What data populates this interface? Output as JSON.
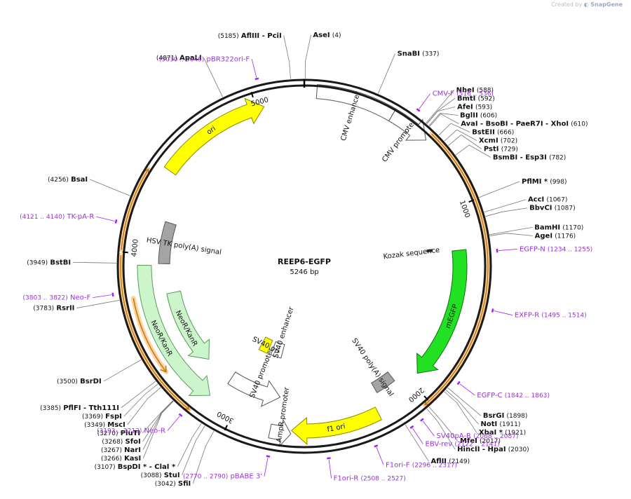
{
  "watermark": {
    "prefix": "Created by",
    "brand": "SnapGene"
  },
  "plasmid": {
    "name": "REEP6-EGFP",
    "length": 5246,
    "length_label": "5246 bp"
  },
  "colors": {
    "primer": "#9b30d8",
    "primer_line": "#a020f0",
    "ori": "#ffff00",
    "mEGFP": "#22e022",
    "neo": "#ccf5cc",
    "promoter": "#ffffff",
    "polyA": "#a4a4a4",
    "orf_highlight": "#ffd39a",
    "orf_line": "#c27b1b"
  },
  "ticks": [
    {
      "bp": 1000,
      "label": "1000"
    },
    {
      "bp": 2000,
      "label": "2000"
    },
    {
      "bp": 3000,
      "label": "3000"
    },
    {
      "bp": 4000,
      "label": "4000"
    },
    {
      "bp": 5000,
      "label": "5000"
    }
  ],
  "features": [
    {
      "name": "CMV enhancer",
      "start": 60,
      "end": 440,
      "kind": "enhancer",
      "direction": 0,
      "r": 250
    },
    {
      "name": "CMV promoter",
      "start": 440,
      "end": 640,
      "kind": "promoter",
      "direction": 1,
      "r": 250
    },
    {
      "name": "Kozak sequence",
      "start": 1208,
      "end": 1214,
      "kind": "misc",
      "direction": 0,
      "r": 180
    },
    {
      "name": "mEGFP",
      "start": 1225,
      "end": 1944,
      "kind": "cds_green",
      "direction": 1,
      "r": 222
    },
    {
      "name": "SV40 poly(A) signal",
      "start": 2065,
      "end": 2187,
      "kind": "polyA",
      "direction": 0,
      "r": 200
    },
    {
      "name": "f1 ori",
      "start": 2233,
      "end": 2688,
      "kind": "ori",
      "direction": 1,
      "r": 235
    },
    {
      "name": "AmpR promoter",
      "start": 2690,
      "end": 2795,
      "kind": "promoter",
      "direction": -1,
      "r": 240
    },
    {
      "name": "SV40 promoter",
      "start": 2775,
      "end": 3105,
      "kind": "promoter",
      "direction": -1,
      "r": 190
    },
    {
      "name": "SV40 enhancer",
      "start": 2830,
      "end": 2925,
      "kind": "enhancer",
      "direction": 0,
      "r": 125
    },
    {
      "name": "SV40 ori",
      "start": 2960,
      "end": 3040,
      "kind": "ori",
      "direction": 0,
      "r": 125
    },
    {
      "name": "NeoR/KanR",
      "start": 3150,
      "end": 3940,
      "kind": "neo",
      "direction": -1,
      "r": 228
    },
    {
      "name": "NeoR/KanR",
      "start": 3290,
      "end": 3770,
      "kind": "neo",
      "direction": -1,
      "r": 190
    },
    {
      "name": "HSV TK poly(A) signal",
      "start": 3950,
      "end": 4195,
      "kind": "polyA",
      "direction": 0,
      "r": 200
    },
    {
      "name": "ori",
      "start": 4450,
      "end": 5040,
      "kind": "ori",
      "direction": 1,
      "r": 235
    }
  ],
  "orfs": [
    {
      "start": 640,
      "end": 2025,
      "direction": 1,
      "r": 262
    },
    {
      "start": 3190,
      "end": 3985,
      "direction": -1,
      "r": 262
    },
    {
      "start": 3390,
      "end": 3780,
      "direction": -1,
      "r": 248
    },
    {
      "start": 4010,
      "end": 4400,
      "direction": 1,
      "r": 262
    }
  ],
  "primers": [
    {
      "name": "CMV-F",
      "coords": "(516 .. 536)",
      "bp": 526
    },
    {
      "name": "EGFP-N",
      "coords": "(1234 .. 1255)",
      "bp": 1244
    },
    {
      "name": "EXFP-R",
      "coords": "(1495 .. 1514)",
      "bp": 1504
    },
    {
      "name": "EGFP-C",
      "coords": "(1842 .. 1863)",
      "bp": 1852
    },
    {
      "name": "SV40pA-R",
      "coords": "(2068 .. 2087)",
      "bp": 2077
    },
    {
      "name": "EBV-rev",
      "coords": "(2122 .. 2141)",
      "bp": 2131
    },
    {
      "name": "F1ori-F",
      "coords": "(2296 .. 2317)",
      "bp": 2306
    },
    {
      "name": "F1ori-R",
      "coords": "(2508 .. 2527)",
      "bp": 2517
    },
    {
      "name": "pBABE 3'",
      "coords": "(2770 .. 2790)",
      "bp": 2780
    },
    {
      "name": "Neo-R",
      "coords": "(3193 .. 3212)",
      "bp": 3202
    },
    {
      "name": "Neo-F",
      "coords": "(3803 .. 3822)",
      "bp": 3812
    },
    {
      "name": "TK-pA-R",
      "coords": "(4121 .. 4140)",
      "bp": 4130
    },
    {
      "name": "pBR322ori-F",
      "coords": "(5030 .. 5049)",
      "bp": 5039
    }
  ],
  "sites": [
    {
      "name": "AseI",
      "pos": "(4)",
      "bp": 4
    },
    {
      "name": "AflIII  - PciI",
      "pos": "(5185)",
      "bp": 5185
    },
    {
      "name": "SnaBI",
      "pos": "(337)",
      "bp": 337
    },
    {
      "name": "ApaLI",
      "pos": "(4871)",
      "bp": 4871
    },
    {
      "name": "NheI",
      "pos": "(588)",
      "bp": 588
    },
    {
      "name": "BmtI",
      "pos": "(592)",
      "bp": 592
    },
    {
      "name": "AfeI",
      "pos": "(593)",
      "bp": 593
    },
    {
      "name": "BglII",
      "pos": "(606)",
      "bp": 606
    },
    {
      "name": "AvaI  - BsoBI  - PaeR7I  - XhoI",
      "pos": "(610)",
      "bp": 610
    },
    {
      "name": "BstEII",
      "pos": "(666)",
      "bp": 666
    },
    {
      "name": "XcmI",
      "pos": "(702)",
      "bp": 702
    },
    {
      "name": "PstI",
      "pos": "(729)",
      "bp": 729
    },
    {
      "name": "BsmBI  - Esp3I",
      "pos": "(782)",
      "bp": 782
    },
    {
      "name": "PflMI *",
      "pos": "(998)",
      "bp": 998
    },
    {
      "name": "AccI",
      "pos": "(1067)",
      "bp": 1067
    },
    {
      "name": "BbvCI",
      "pos": "(1087)",
      "bp": 1087
    },
    {
      "name": "BamHI",
      "pos": "(1170)",
      "bp": 1170
    },
    {
      "name": "AgeI",
      "pos": "(1176)",
      "bp": 1176
    },
    {
      "name": "BsrGI",
      "pos": "(1898)",
      "bp": 1898
    },
    {
      "name": "NotI",
      "pos": "(1911)",
      "bp": 1911
    },
    {
      "name": "XbaI *",
      "pos": "(1921)",
      "bp": 1921
    },
    {
      "name": "MfeI",
      "pos": "(2017)",
      "bp": 2017
    },
    {
      "name": "HincII  - HpaI",
      "pos": "(2030)",
      "bp": 2030
    },
    {
      "name": "AflII",
      "pos": "(2149)",
      "bp": 2149
    },
    {
      "name": "SfiI",
      "pos": "(3042)",
      "bp": 3042
    },
    {
      "name": "StuI",
      "pos": "(3088)",
      "bp": 3088
    },
    {
      "name": "BspDI *  - ClaI *",
      "pos": "(3107)",
      "bp": 3107
    },
    {
      "name": "KasI",
      "pos": "(3266)",
      "bp": 3266
    },
    {
      "name": "NarI",
      "pos": "(3267)",
      "bp": 3267
    },
    {
      "name": "SfoI",
      "pos": "(3268)",
      "bp": 3268
    },
    {
      "name": "PluTI",
      "pos": "(3270)",
      "bp": 3270
    },
    {
      "name": "MscI",
      "pos": "(3349)",
      "bp": 3349
    },
    {
      "name": "FspI",
      "pos": "(3369)",
      "bp": 3369
    },
    {
      "name": "PflFI  - Tth111I",
      "pos": "(3385)",
      "bp": 3385
    },
    {
      "name": "BsrDI",
      "pos": "(3500)",
      "bp": 3500
    },
    {
      "name": "RsrII",
      "pos": "(3783)",
      "bp": 3783
    },
    {
      "name": "BstBI",
      "pos": "(3949)",
      "bp": 3949
    },
    {
      "name": "BsaI",
      "pos": "(4256)",
      "bp": 4256
    }
  ]
}
